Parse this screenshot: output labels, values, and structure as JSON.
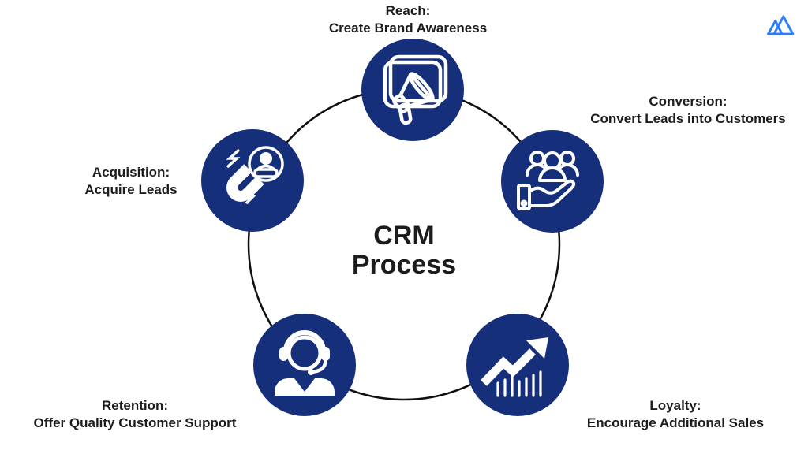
{
  "title": {
    "line1": "CRM",
    "line2": "Process"
  },
  "stages": [
    {
      "id": "reach",
      "name": "Reach:",
      "detail": "Create Brand Awareness",
      "icon": "megaphone-billboard-icon"
    },
    {
      "id": "conversion",
      "name": "Conversion:",
      "detail": "Convert Leads into Customers",
      "icon": "hand-holding-customers-icon"
    },
    {
      "id": "loyalty",
      "name": "Loyalty:",
      "detail": "Encourage Additional Sales",
      "icon": "growth-arrow-icon"
    },
    {
      "id": "retention",
      "name": "Retention:",
      "detail": "Offer Quality Customer Support",
      "icon": "support-agent-headset-icon"
    },
    {
      "id": "acquisition",
      "name": "Acquisition:",
      "detail": "Acquire Leads",
      "icon": "magnet-lead-icon"
    }
  ],
  "colors": {
    "node_fill": "#162f7b",
    "icon_stroke": "#ffffff",
    "ring_stroke": "#0e0e0e",
    "text": "#1c1c1e",
    "logo_blue": "#2e7cf6",
    "background": "#ffffff"
  }
}
